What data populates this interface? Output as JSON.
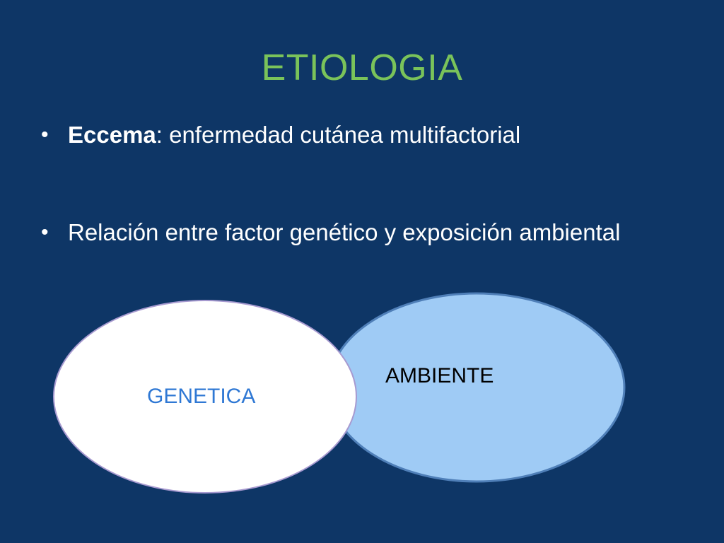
{
  "slide": {
    "title": "ETIOLOGIA",
    "bullets": [
      {
        "bold": "Eccema",
        "text": ": enfermedad cutánea multifactorial"
      },
      {
        "bold": "",
        "text": "Relación entre factor genético y exposición ambiental"
      }
    ],
    "diagram": {
      "left_label": "GENETICA",
      "right_label": "AMBIENTE"
    }
  },
  "colors": {
    "background": "#0e3666",
    "title": "#7ac35a",
    "text": "#ffffff",
    "left_ellipse_fill": "#ffffff",
    "right_ellipse_fill": "#9fcbf5",
    "left_label": "#2f78d4",
    "right_label": "#000000"
  }
}
